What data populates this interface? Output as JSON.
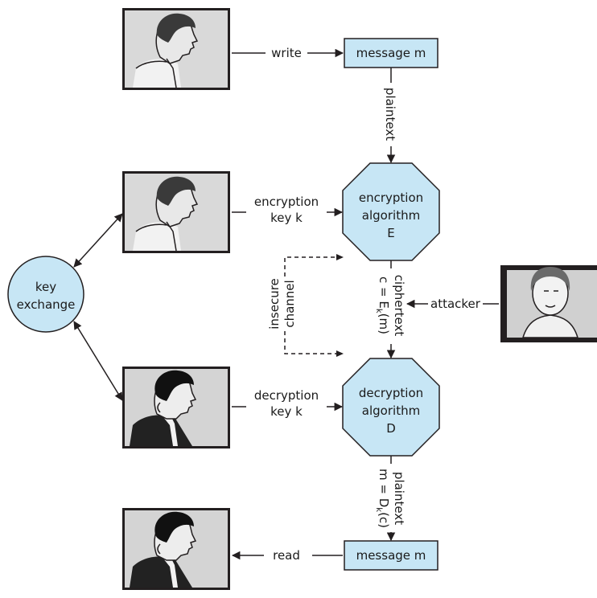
{
  "labels": {
    "write": "write",
    "read": "read",
    "plaintext_top": "plaintext",
    "enc_key_line1": "encryption",
    "enc_key_line2": "key k",
    "dec_key_line1": "decryption",
    "dec_key_line2": "key k",
    "attacker": "attacker",
    "insecure_line1": "insecure",
    "insecure_line2": "channel",
    "ciphertext": "ciphertext",
    "cipher_eq_prefix": "c = E",
    "cipher_eq_sub": "k",
    "cipher_eq_suffix": "(m)",
    "plaintext_bottom": "plaintext",
    "plain_eq_prefix": "m = D",
    "plain_eq_sub": "k",
    "plain_eq_suffix": "(c)"
  },
  "nodes": {
    "message_top": "message m",
    "message_bottom": "message m",
    "encryption": [
      "encryption",
      "algorithm",
      "E"
    ],
    "decryption": [
      "decryption",
      "algorithm",
      "D"
    ],
    "key_exchange": [
      "key",
      "exchange"
    ]
  },
  "colors": {
    "node_fill": "#c7e6f5",
    "stroke": "#231f20",
    "photo_bg": "#c9c9c9"
  },
  "icons": {
    "writer": "person-profile-light",
    "encryptor": "person-profile-light",
    "decryptor": "person-profile-dark",
    "reader": "person-profile-dark",
    "attacker": "woman-face"
  }
}
